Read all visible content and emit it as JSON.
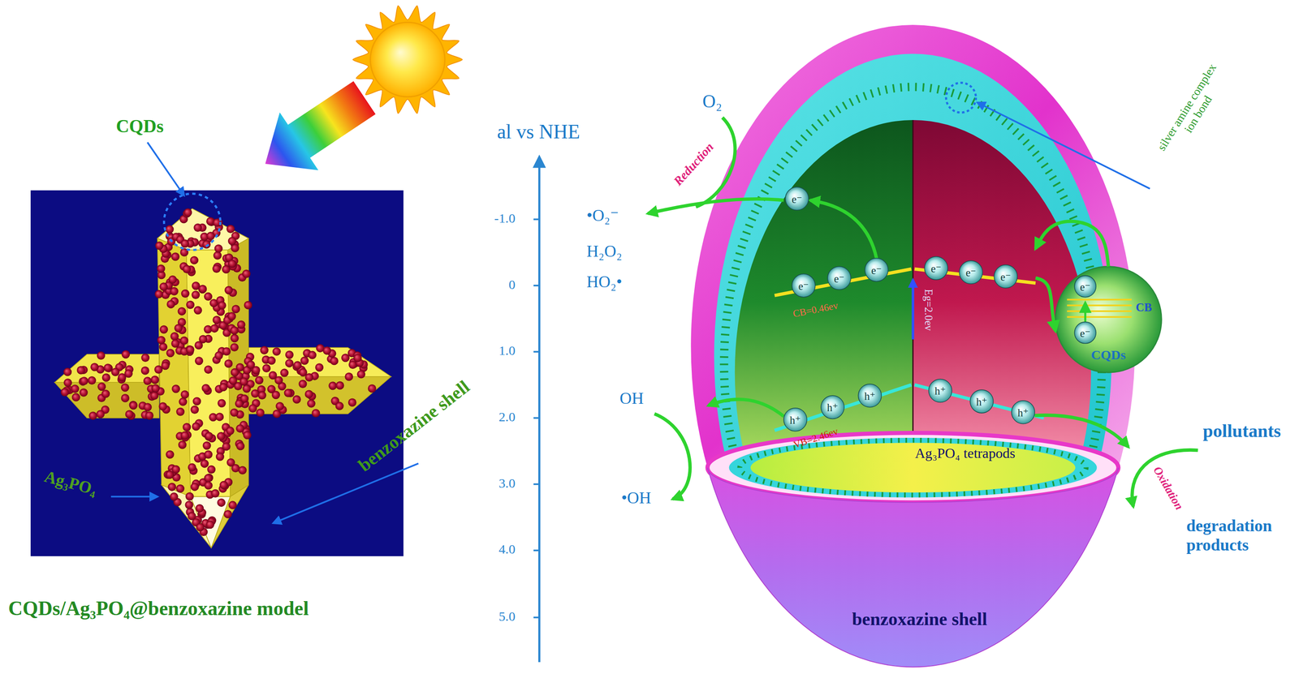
{
  "diagram": {
    "nodes": [
      {
        "text": [
          "CQDs/Ag₃PO₄@benzoxazine model"
        ]
      },
      {
        "text": [
          "benzoxazine shell"
        ]
      },
      {
        "text": [
          "Ag₃PO₄ tetrapods"
        ],
        "in": 1
      },
      {
        "text": [
          "CB",
          "CQDs"
        ]
      }
    ],
    "edges": [
      {
        "from": 2,
        "to": 3,
        "arrow": "to"
      },
      {
        "from": 3,
        "to": 2,
        "arrow": "to"
      }
    ],
    "labels": [
      "CQDs",
      "Ag₃PO₄",
      "benzoxazine shell",
      "al vs NHE",
      "-1.0",
      "0",
      "1.0",
      "2.0",
      "3.0",
      "4.0",
      "5.0",
      "O₂",
      "Reduction",
      "•O₂⁻",
      "H₂O₂",
      "HO₂•",
      "OH",
      "•OH",
      "silver amine complex ion bond",
      "CB=0.46ev",
      "VB=2.46ev",
      "Eg=2.0ev",
      "pollutants",
      "Oxidation",
      "degradation products",
      "e⁻",
      "e⁻",
      "e⁻",
      "e⁻",
      "e⁻",
      "e⁻",
      "e⁻",
      "e⁻",
      "e⁻",
      "h⁺",
      "h⁺",
      "h⁺",
      "h⁺",
      "h⁺",
      "h⁺"
    ]
  }
}
